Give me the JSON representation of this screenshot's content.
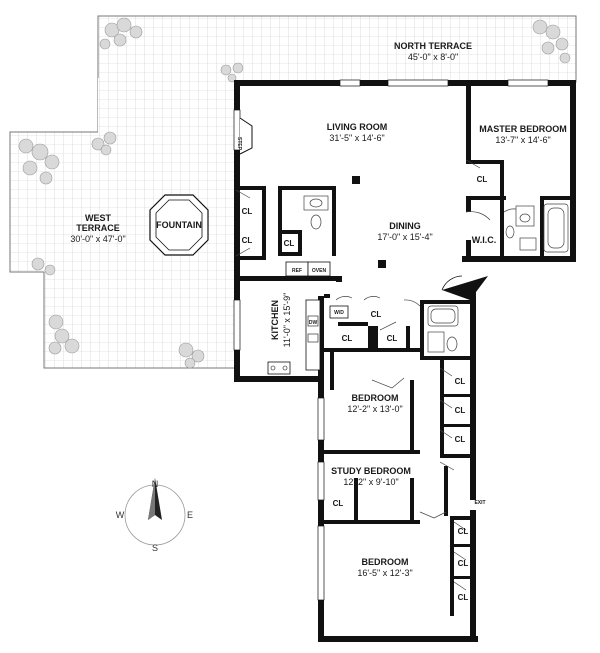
{
  "rooms": {
    "north_terrace": {
      "name": "NORTH TERRACE",
      "dims": "45'-0\" x 8'-0\""
    },
    "west_terrace": {
      "name": "WEST",
      "name2": "TERRACE",
      "dims": "30'-0\" x 47'-0\""
    },
    "living": {
      "name": "LIVING ROOM",
      "dims": "31'-5\" x 14'-6\""
    },
    "master": {
      "name": "MASTER BEDROOM",
      "dims": "13'-7\" x 14'-6\""
    },
    "dining": {
      "name": "DINING",
      "dims": "17'-0\" x 15'-4\""
    },
    "kitchen": {
      "name": "KITCHEN",
      "dims": "11'-0\" x 15'-9\""
    },
    "bedroom1": {
      "name": "BEDROOM",
      "dims": "12'-2\" x 13'-0\""
    },
    "study": {
      "name": "STUDY BEDROOM",
      "dims": "12'-2\" x 9'-10\""
    },
    "bedroom2": {
      "name": "BEDROOM",
      "dims": "16'-5\" x 12'-3\""
    }
  },
  "labels": {
    "fountain": "FOUNTAIN",
    "step": "STEP",
    "closet": "CL",
    "wic": "W.I.C.",
    "ref": "REF",
    "oven": "OVEN",
    "dw": "DW",
    "wd": "W/D",
    "exit": "EXIT"
  },
  "compass": {
    "n": "N",
    "w": "W",
    "e": "E",
    "s": "S"
  }
}
